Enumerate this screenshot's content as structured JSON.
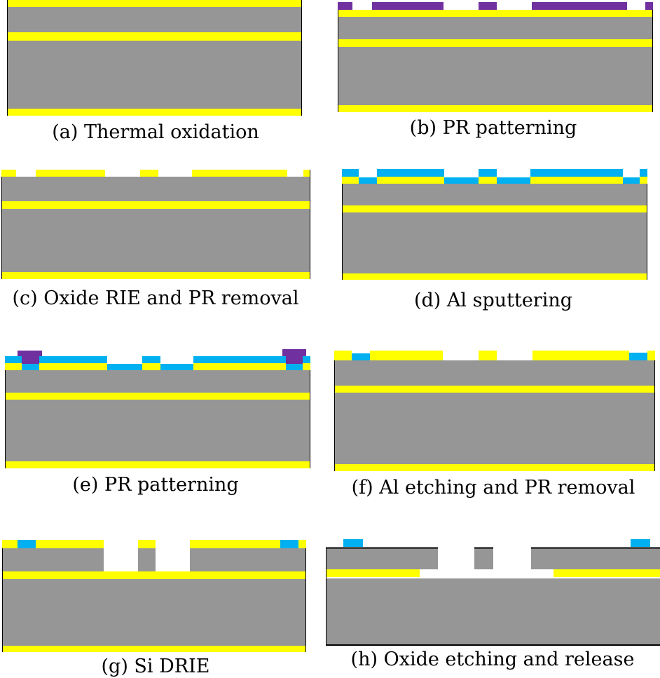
{
  "colors": {
    "silicon": "#969696",
    "oxide": "#ffff00",
    "photoresist": "#7030a0",
    "aluminum": "#00b0f0",
    "outline": "#000000"
  },
  "panels": [
    {
      "id": "a",
      "caption": "(a) Thermal oxidation"
    },
    {
      "id": "b",
      "caption": "(b) PR patterning"
    },
    {
      "id": "c",
      "caption": "(c) Oxide RIE and PR removal"
    },
    {
      "id": "d",
      "caption": "(d) Al sputtering"
    },
    {
      "id": "e",
      "caption": "(e) PR patterning"
    },
    {
      "id": "f",
      "caption": "(f) Al etching and PR removal"
    },
    {
      "id": "g",
      "caption": "(g) Si DRIE"
    },
    {
      "id": "h",
      "caption": "(h) Oxide etching and release"
    }
  ]
}
